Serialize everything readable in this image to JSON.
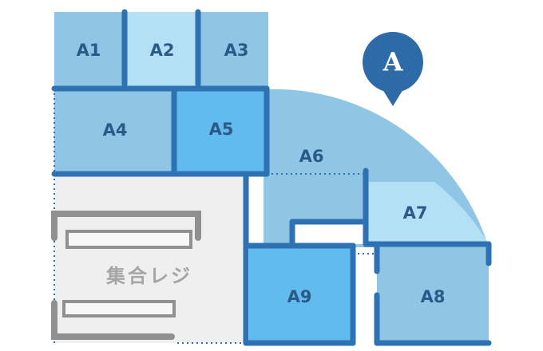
{
  "map": {
    "areas": [
      {
        "id": "A1",
        "label": "A1"
      },
      {
        "id": "A2",
        "label": "A2"
      },
      {
        "id": "A3",
        "label": "A3"
      },
      {
        "id": "A4",
        "label": "A4"
      },
      {
        "id": "A5",
        "label": "A5"
      },
      {
        "id": "A6",
        "label": "A6"
      },
      {
        "id": "A7",
        "label": "A7"
      },
      {
        "id": "A8",
        "label": "A8"
      },
      {
        "id": "A9",
        "label": "A9"
      }
    ],
    "register": {
      "label": "集合レジ"
    },
    "marker": {
      "letter": "A",
      "icon": "location-pin-icon"
    },
    "colors": {
      "light": "#b3e0f5",
      "mid": "#8fc6e5",
      "bright": "#62bbee",
      "wall": "#2f72b3",
      "gray_floor": "#efefef",
      "gray_wall": "#909090",
      "pin": "#2f6aa8"
    }
  }
}
